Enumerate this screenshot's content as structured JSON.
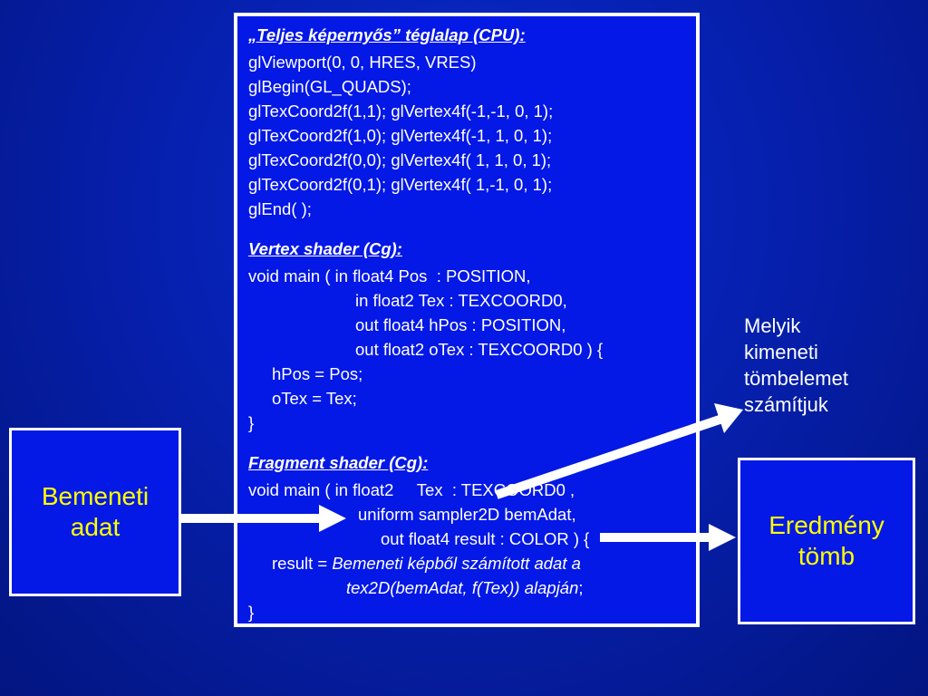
{
  "code_panel": {
    "cpu_header": "„Teljes képernyős” téglalap (CPU):",
    "cpu_lines": [
      "glViewport(0, 0, HRES, VRES)",
      "glBegin(GL_QUADS);",
      "glTexCoord2f(1,1); glVertex4f(-1,-1, 0, 1);",
      "glTexCoord2f(1,0); glVertex4f(-1, 1, 0, 1);",
      "glTexCoord2f(0,0); glVertex4f( 1, 1, 0, 1);",
      "glTexCoord2f(0,1); glVertex4f( 1,-1, 0, 1);",
      "glEnd( );"
    ],
    "vertex_header": "Vertex shader (Cg):",
    "vertex_lines": [
      "void main ( in float4 Pos  : POSITION,",
      "in float2 Tex : TEXCOORD0,",
      "out float4 hPos : POSITION,",
      "out float2 oTex : TEXCOORD0 ) {",
      "hPos = Pos;",
      "oTex = Tex;",
      "}"
    ],
    "fragment_header": "Fragment shader (Cg):",
    "fragment_lines": [
      "void main ( in float2     Tex  : TEXCOORD0 ,",
      "uniform sampler2D bemAdat,",
      "out float4 result : COLOR ) {"
    ],
    "result_prefix": "result = ",
    "result_italic_1": "Bemeneti képből számított adat a",
    "result_italic_2": "tex2D(bemAdat, f(Tex)) alapján",
    "result_suffix": ";",
    "closing": "}"
  },
  "input_box": {
    "line1": "Bemeneti",
    "line2": "adat"
  },
  "result_box": {
    "line1": "Eredmény",
    "line2": "tömb"
  },
  "note": {
    "line1": "Melyik",
    "line2": "kimeneti",
    "line3": "tömbelemet",
    "line4": "számítjuk"
  },
  "colors": {
    "background": "#0620b0",
    "panel": "#0418e6",
    "box_text": "#ffff00",
    "text": "#ffffff"
  }
}
